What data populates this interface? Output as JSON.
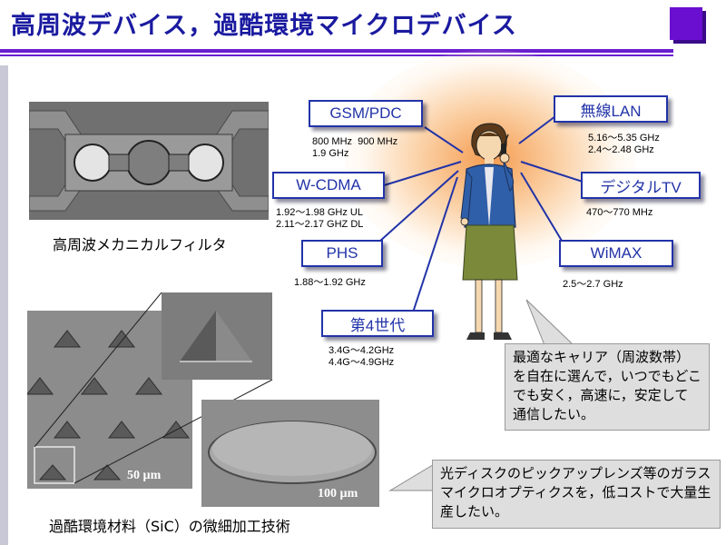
{
  "title": "高周波デバイス，過酷環境マイクロデバイス",
  "captions": {
    "filter": "高周波メカニカルフィルタ",
    "sic": "過酷環境材料（SiC）の微細加工技術"
  },
  "scale_bars": {
    "pyramids": "50 µm",
    "lens": "100 µm"
  },
  "bands": [
    {
      "name": "GSM/PDC",
      "freq": "800 MHz  900 MHz\n1.9 GHz"
    },
    {
      "name": "W-CDMA",
      "freq": "1.92〜1.98 GHz UL\n2.11〜2.17 GHZ DL"
    },
    {
      "name": "PHS",
      "freq": "1.88〜1.92 GHz"
    },
    {
      "name": "第4世代",
      "freq": "3.4G〜4.2GHz\n4.4G〜4.9GHz"
    },
    {
      "name": "無線LAN",
      "freq": "5.16〜5.35 GHz\n2.4〜2.48 GHz"
    },
    {
      "name": "デジタルTV",
      "freq": "470〜770 MHz"
    },
    {
      "name": "WiMAX",
      "freq": "2.5〜2.7 GHz"
    }
  ],
  "callouts": {
    "carrier": "最適なキャリア（周波数帯）を自在に選んで，いつでもどこでも安く，高速に，安定して通信したい。",
    "lens": "光ディスクのピックアップレンズ等のガラスマイクロオプティクスを，低コストで大量生産したい。"
  },
  "colors": {
    "title": "#1a1aa0",
    "accent": "#6a0fd0",
    "box_border": "#2233a8",
    "glow": "#f4a050"
  }
}
